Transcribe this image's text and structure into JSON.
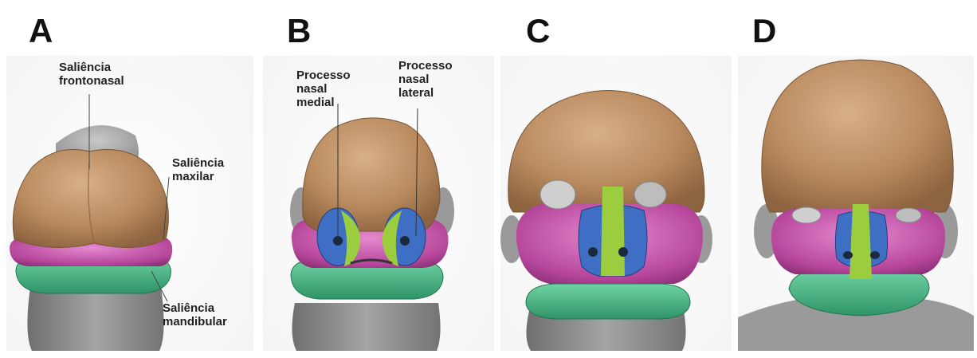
{
  "panels": [
    {
      "label": "A",
      "annotations": {
        "frontonasal": "Saliência\nfrontonasal",
        "maxillary": "Saliência\nmaxilar",
        "mandibular": "Saliência\nmandibular"
      }
    },
    {
      "label": "B",
      "annotations": {
        "medial_nasal": "Processo\nnasal\nmedial",
        "lateral_nasal": "Processo\nnasal\nlateral"
      }
    },
    {
      "label": "C"
    },
    {
      "label": "D"
    }
  ],
  "colors": {
    "frontonasal": "#b98a5e",
    "maxillary": "#b6469b",
    "mandibular": "#3fae7e",
    "medial_nasal": "#9ccd3f",
    "lateral_nasal": "#3f6fc4",
    "neck_gray": "#8f8f8f",
    "nostril": "#1b2a3a"
  }
}
